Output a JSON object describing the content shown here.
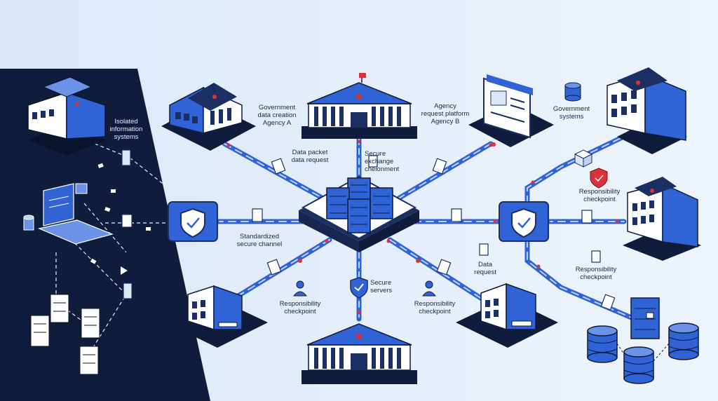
{
  "labels": {
    "isolated": "Isolated\ninformation\nsystems",
    "gov_creation": "Government\ndata creation\nAgency A",
    "data_packet": "Data packet\ndata request",
    "secure_exchange": "Secure\nexchange\ncheionment",
    "agency_b": "Agency\nrequest platform\nAgency B",
    "gov_systems": "Government\nsystems",
    "resp_checkpoint_right": "Responsibility\ncheckpoint",
    "standardized_channel": "Standardized\nsecure channel",
    "data_request": "Data\nrequest",
    "resp_checkpoint_mid_right": "Responsibility\ncheckpoint",
    "secure_servers": "Secure\nservers",
    "resp_checkpoint_left": "Responsibility\ncheckpoint",
    "resp_checkpoint_center": "Responsibility\ncheckpoint"
  },
  "colors": {
    "dark_panel": "#0f1c3b",
    "light_bg": "#eef4fb",
    "primary_blue": "#2f63d6",
    "navy": "#1c2f63",
    "accent_red": "#d9323b",
    "channel_light": "#bcd4f5"
  },
  "icons": [
    "shield-check-icon",
    "server-rack-icon",
    "database-icon",
    "building-icon",
    "government-building-icon",
    "document-icon",
    "user-checkpoint-icon",
    "laptop-icon",
    "lock-icon"
  ]
}
